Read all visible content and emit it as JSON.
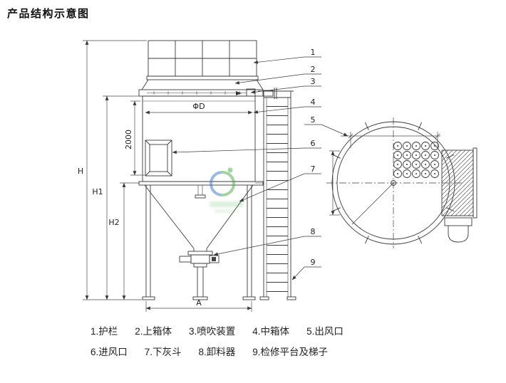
{
  "title": "产品结构示意图",
  "legend": {
    "items": [
      "1.护栏",
      "2.上箱体",
      "3.喷吹装置",
      "4.中箱体",
      "5.出风口",
      "6.进风口",
      "7.下灰斗",
      "8.卸料器",
      "9.检修平台及梯子"
    ]
  },
  "callouts": [
    "1",
    "2",
    "3",
    "4",
    "5",
    "6",
    "7",
    "8",
    "9"
  ],
  "dimensions": {
    "height_total": "H",
    "height_body": "H1",
    "height_hopper": "H2",
    "bag_zone": "2000",
    "diameter": "ΦD",
    "width": "A"
  },
  "watermark": {
    "color_green": "#4aa84a",
    "color_blue": "#3b74c4"
  },
  "colors": {
    "line": "#3a3a3a",
    "background": "#ffffff",
    "text": "#1a1a1a"
  }
}
